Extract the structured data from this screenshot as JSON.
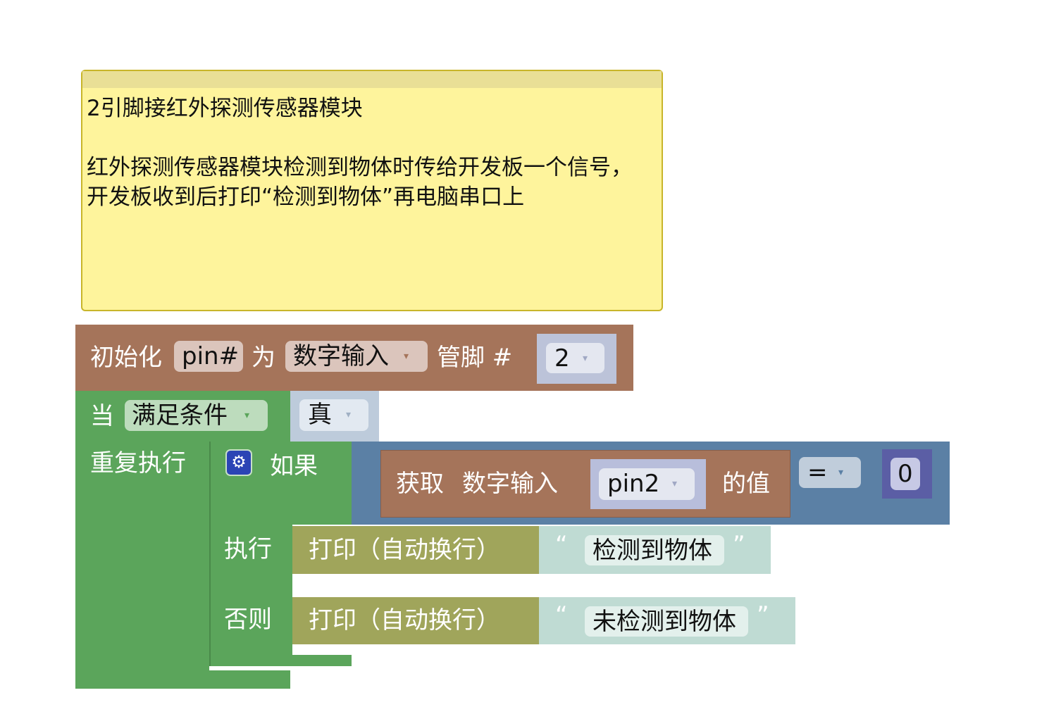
{
  "comment": {
    "text": "2引脚接红外探测传感器模块\n\n红外探测传感器模块检测到物体时传给开发板一个信号，开发板收到后打印“检测到物体”再电脑串口上"
  },
  "init_block": {
    "label": "初始化",
    "var": "pin#",
    "as": "为",
    "mode": "数字输入",
    "pin_label": "管脚 #",
    "pin_value": "2",
    "color": "#a5745a"
  },
  "loop_block": {
    "when": "当",
    "condition_mode": "满足条件",
    "condition_value": "真",
    "repeat": "重复执行",
    "color": "#5ba55b"
  },
  "if_block": {
    "if": "如果",
    "do": "执行",
    "else": "否则"
  },
  "compare": {
    "get": "获取",
    "mode": "数字输入",
    "pin": "pin2",
    "value_of": "的值",
    "op": "=",
    "rhs": "0",
    "color": "#5b80a5"
  },
  "print_do": {
    "label": "打印（自动换行）",
    "open_quote": "“",
    "text": "检测到物体",
    "close_quote": "”"
  },
  "print_else": {
    "label": "打印（自动换行）",
    "open_quote": "“",
    "text": "未检测到物体",
    "close_quote": "”"
  },
  "dropdown_arrow": "▾"
}
